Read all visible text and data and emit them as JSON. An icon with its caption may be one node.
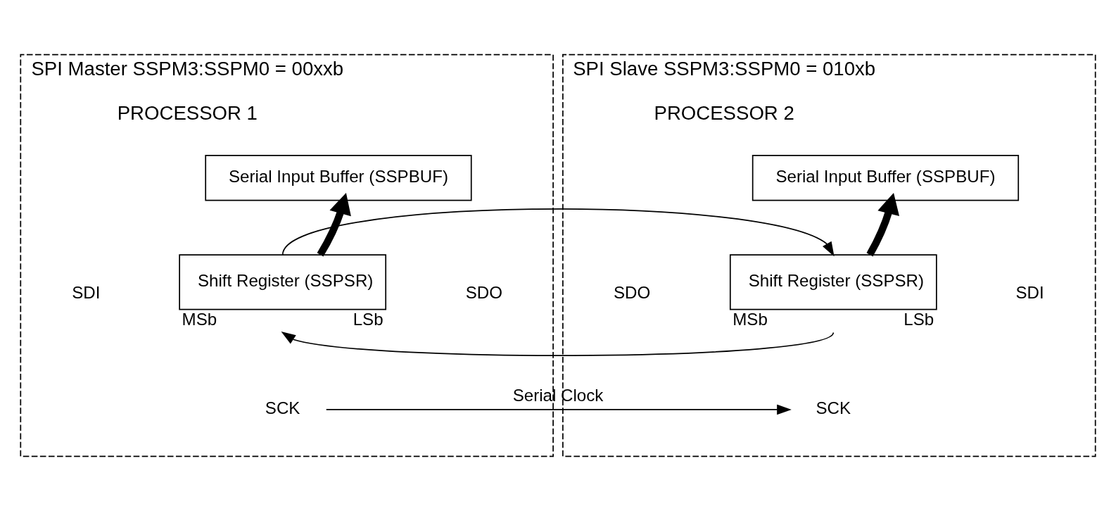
{
  "diagram": {
    "nodes": [
      {
        "text": [
          "SPI Master SSPM3:SSPM0 = 00xxb",
          "PROCESSOR 1"
        ]
      },
      {
        "text": [
          "Serial Input Buffer (SSPBUF)"
        ],
        "in": 0
      },
      {
        "text": [
          "Shift Register (SSPSR)"
        ],
        "in": 0,
        "beside": [
          "MSb",
          "LSb"
        ]
      },
      {
        "text": [
          "SPI Slave SSPM3:SSPM0 = 010xb",
          "PROCESSOR 2"
        ]
      },
      {
        "text": [
          "Serial Input Buffer (SSPBUF)"
        ],
        "in": 3
      },
      {
        "text": [
          "Shift Register (SSPSR)"
        ],
        "in": 3,
        "beside": [
          "MSb",
          "LSb"
        ]
      },
      {
        "text": [
          "SCK"
        ],
        "in": 0
      },
      {
        "text": [
          "SCK"
        ],
        "in": 3
      }
    ],
    "edges": [
      {
        "from": 2,
        "to": 5,
        "arrow": "to"
      },
      {
        "from": 2,
        "to": 1,
        "arrow": "to",
        "style": "thick"
      },
      {
        "from": 5,
        "to": 4,
        "arrow": "to",
        "style": "thick"
      },
      {
        "from": 5,
        "to": 2,
        "arrow": "to"
      },
      {
        "from": 6,
        "to": 7,
        "arrow": "to",
        "label": "Serial Clock"
      }
    ],
    "labels": [
      "SDO",
      "SDI",
      "SDI",
      "SDO"
    ]
  }
}
